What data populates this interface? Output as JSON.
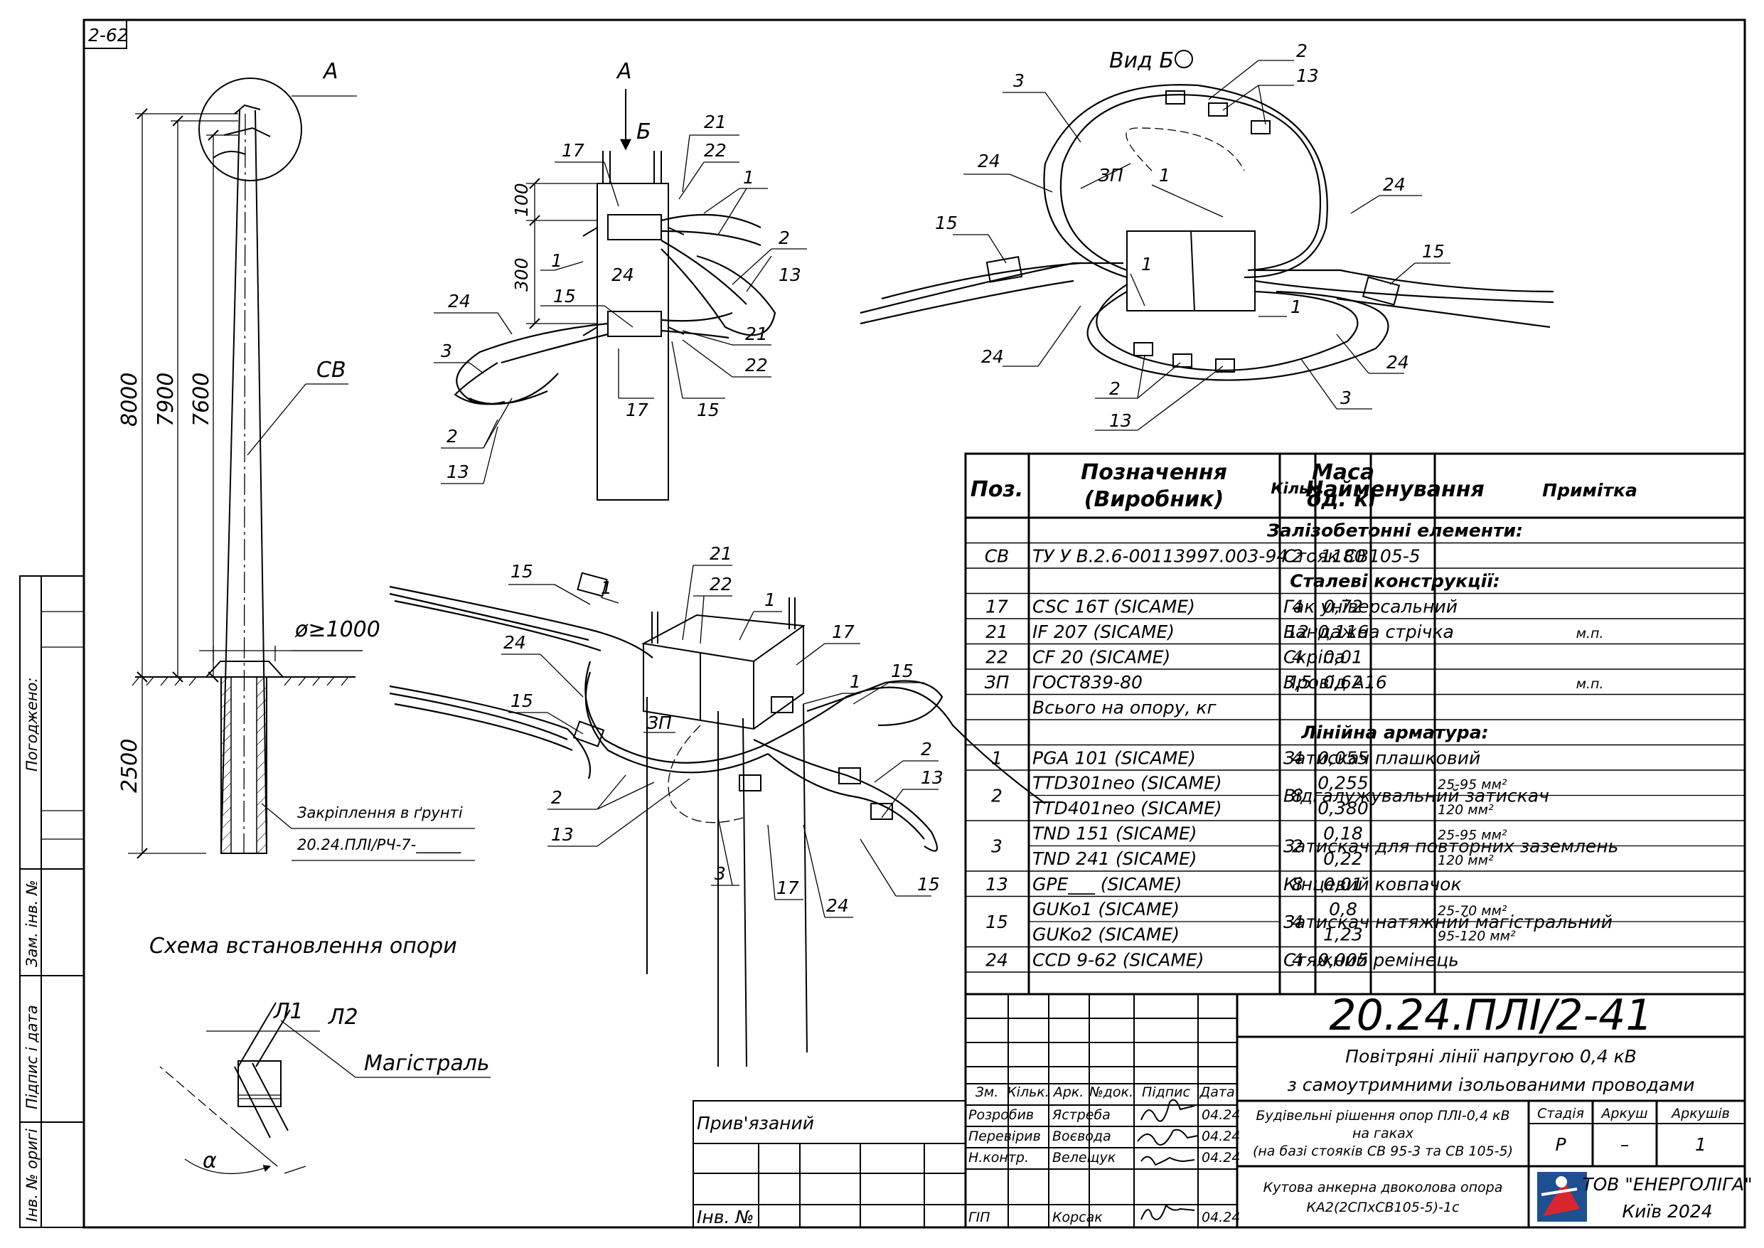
{
  "sheet": {
    "corner_code": "2-62",
    "drawing_number": "20.24.ПЛІ/2-41",
    "project_title_1": "Повітряні лінії напругою 0,4 кВ",
    "project_title_2": "з самоутримними ізольованими проводами",
    "section_title": [
      "Будівельні рішення опор ПЛІ-0,4 кВ",
      "на гаках",
      "(на базі стояків СВ 95-3 та СВ 105-5)"
    ],
    "sheet_name": [
      "Кутова анкерна двоколова опора",
      "КА2(2СПхСВ105-5)-1с"
    ],
    "stage_label": "Стадія",
    "stage_value": "Р",
    "sheet_label": "Аркуш",
    "sheet_value": "–",
    "sheets_label": "Аркушів",
    "sheets_value": "1",
    "company": "ТОВ \"ЕНЕРГОЛІГА\"",
    "city_year": "Київ 2024",
    "tied_label": "Прив'язаний",
    "inv_label": "Інв. №",
    "rev_headers": [
      "Зм.",
      "Кільк.",
      "Арк.",
      "№док.",
      "Підпис",
      "Дата"
    ],
    "signers": [
      {
        "role": "Розробив",
        "name": "Ястреба",
        "date": "04.24"
      },
      {
        "role": "Перевірив",
        "name": "Воєвода",
        "date": "04.24"
      },
      {
        "role": "Н.контр.",
        "name": "Велещук",
        "date": "04.24"
      },
      {
        "role": "ГІП",
        "name": "Корсак",
        "date": "04.24"
      }
    ],
    "side_stamp": [
      "Погоджено:",
      "Зам. інв. №",
      "Підпис і дата",
      "Інв. № оригі"
    ]
  },
  "diagram": {
    "pole_view": {
      "callout_a": "А",
      "dims": [
        "8000",
        "7900",
        "7600",
        "2500"
      ],
      "pole_label": "СВ",
      "diameter": "ø≥1000",
      "foundation": [
        "Закріплення в ґрунті",
        "20.24.ПЛІ/РЧ-7-______"
      ],
      "caption": "Схема встановлення опори"
    },
    "detail_a": {
      "title": "А",
      "view_b": "Б",
      "dims": [
        "100",
        "300"
      ],
      "labels": [
        "17",
        "21",
        "22",
        "1",
        "1",
        "24",
        "2",
        "13",
        "15",
        "24",
        "3",
        "21",
        "22",
        "2",
        "13",
        "17",
        "15"
      ]
    },
    "view_b": {
      "title": "Вид Б",
      "labels": [
        "3",
        "2",
        "13",
        "24",
        "ЗП",
        "1",
        "24",
        "15",
        "15",
        "1",
        "1",
        "24",
        "24",
        "2",
        "13",
        "3"
      ]
    },
    "iso_view": {
      "labels": [
        "15",
        "1",
        "21",
        "22",
        "1",
        "17",
        "24",
        "1",
        "15",
        "15",
        "ЗП",
        "2",
        "2",
        "13",
        "13",
        "3",
        "17",
        "24",
        "15"
      ]
    },
    "angle_scheme": {
      "l1": "Л1",
      "l2": "Л2",
      "main": "Магістраль",
      "alpha": "α"
    }
  },
  "spec_table": {
    "headers": [
      "Поз.",
      "Позначення (Виробник)",
      "Найменування",
      "Кільк.",
      "Маса од. кг",
      "Примітка"
    ],
    "header_lines": {
      "designation": [
        "Позначення",
        "(Виробник)"
      ],
      "mass": [
        "Маса",
        "од. кг"
      ]
    },
    "rows": [
      {
        "section": "Залізобетонні елементи:"
      },
      {
        "pos": "СВ",
        "code": "ТУ У В.2.6-00113997.003-94",
        "name": "Стояк СВ105-5",
        "qty": "2",
        "mass": "1180",
        "note": ""
      },
      {
        "section": "Сталеві конструкції:"
      },
      {
        "pos": "17",
        "code": "CSC 16T   (SICAME)",
        "name": "Гак універсальний",
        "qty": "4",
        "mass": "0,72",
        "note": ""
      },
      {
        "pos": "21",
        "code": "IF 207   (SICAME)",
        "name": "Бандажна стрічка",
        "qty": "12",
        "mass": "0,116",
        "note": "м.п."
      },
      {
        "pos": "22",
        "code": "CF 20   (SICAME)",
        "name": "Скріпа",
        "qty": "4",
        "mass": "0,01",
        "note": ""
      },
      {
        "pos": "ЗП",
        "code": "ГОСТ839-80",
        "name": "Провід А16",
        "qty": "3,5",
        "mass": "0,62",
        "note": "м.п."
      },
      {
        "pos": "",
        "code": "Всього на опору, кг",
        "name": "",
        "qty": "",
        "mass": "",
        "note": ""
      },
      {
        "section": "Лінійна арматура:"
      },
      {
        "pos": "1",
        "code": "PGA 101   (SICAME)",
        "name": "Затискач плашковий",
        "qty": "4",
        "mass": "0,055",
        "note": ""
      },
      {
        "pos": "2",
        "code": [
          "TTD301neo   (SICAME)",
          "TTD401neo   (SICAME)"
        ],
        "name": "Відгалужувальний затискач",
        "qty": "8",
        "mass": [
          "0,255",
          "0,380"
        ],
        "note": [
          "25-95 мм²",
          "120 мм²"
        ]
      },
      {
        "pos": "3",
        "code": [
          "TND 151   (SICAME)",
          "TND 241   (SICAME)"
        ],
        "name": "Затискач для повторних заземлень",
        "qty": "2",
        "mass": [
          "0,18",
          "0,22"
        ],
        "note": [
          "25-95 мм²",
          "120 мм²"
        ]
      },
      {
        "pos": "13",
        "code": "GPE___   (SICAME)",
        "name": "Кінцевий ковпачок",
        "qty": "8",
        "mass": "0,01",
        "note": ""
      },
      {
        "pos": "15",
        "code": [
          "GUKo1   (SICAME)",
          "GUKo2   (SICAME)"
        ],
        "name": "Затискач натяжний магістральний",
        "qty": "4",
        "mass": [
          "0,8",
          "1,23"
        ],
        "note": [
          "25-70 мм²",
          "95-120 мм²"
        ]
      },
      {
        "pos": "24",
        "code": "CCD 9-62   (SICAME)",
        "name": "Стяжний ремінець",
        "qty": "4",
        "mass": "0,005",
        "note": ""
      }
    ]
  }
}
